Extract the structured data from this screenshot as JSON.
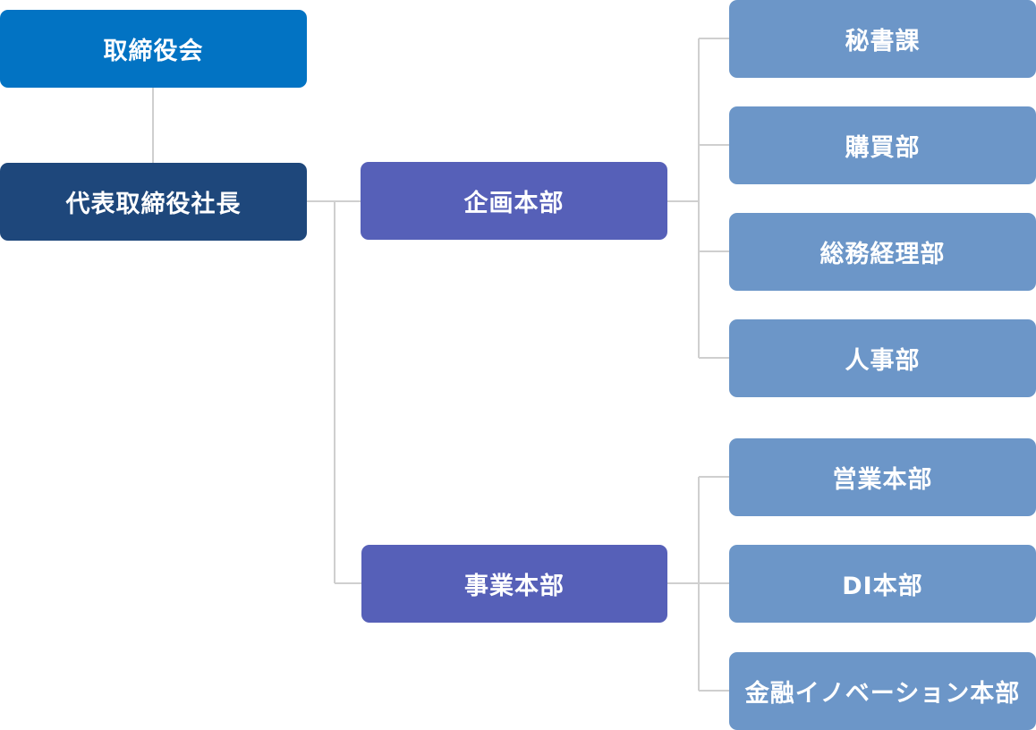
{
  "colors": {
    "board": "#0273c3",
    "ceo": "#1e477b",
    "division": "#5660b8",
    "department": "#6c96c8",
    "connector": "#cfcfcf"
  },
  "board": {
    "label": "取締役会"
  },
  "ceo": {
    "label": "代表取締役社長"
  },
  "divisions": [
    {
      "label": "企画本部",
      "departments": [
        {
          "label": "秘書課"
        },
        {
          "label": "購買部"
        },
        {
          "label": "総務経理部"
        },
        {
          "label": "人事部"
        }
      ]
    },
    {
      "label": "事業本部",
      "departments": [
        {
          "label": "営業本部"
        },
        {
          "label": "DI本部"
        },
        {
          "label": "金融イノベーション本部"
        }
      ]
    }
  ]
}
